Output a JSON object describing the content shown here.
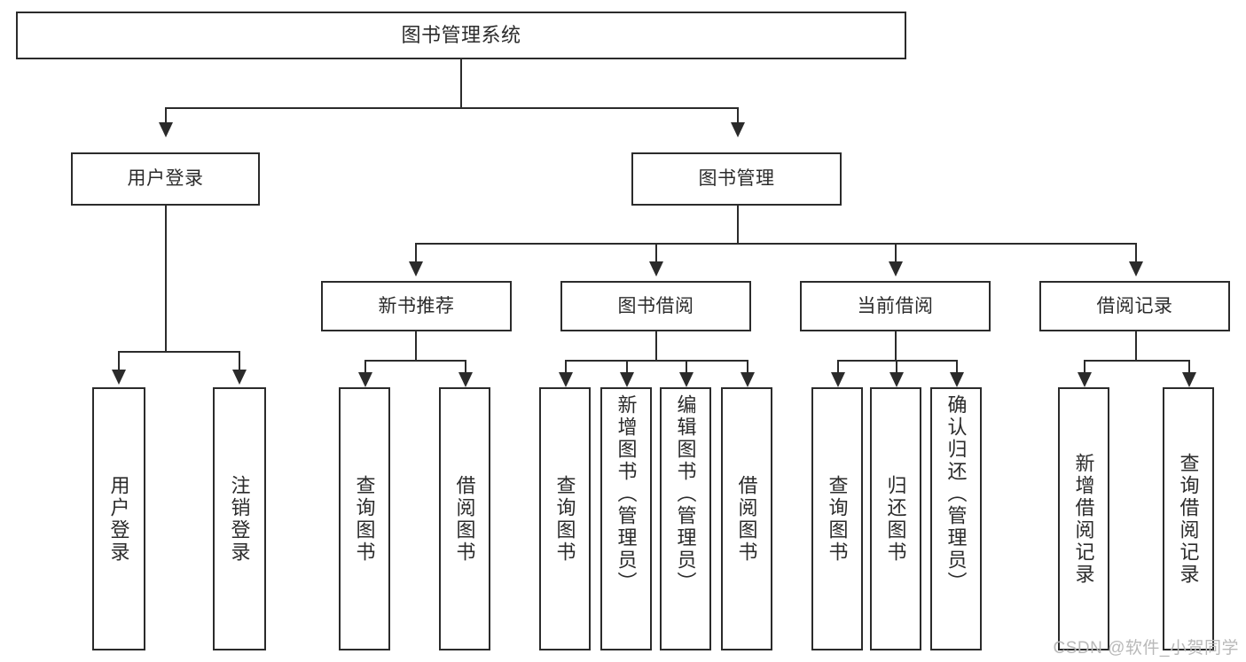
{
  "diagram": {
    "title": "图书管理系统",
    "type": "tree-hierarchy-chart",
    "watermark": "CSDN @软件_小贺同学",
    "root": {
      "id": "root",
      "label": "图书管理系统"
    },
    "level2": [
      {
        "id": "user-login",
        "label": "用户登录"
      },
      {
        "id": "book-manage",
        "label": "图书管理"
      }
    ],
    "level3": [
      {
        "id": "new-book-recommend",
        "label": "新书推荐"
      },
      {
        "id": "book-borrow",
        "label": "图书借阅"
      },
      {
        "id": "current-borrow",
        "label": "当前借阅"
      },
      {
        "id": "borrow-record",
        "label": "借阅记录"
      }
    ],
    "leaves": [
      {
        "id": "leaf-user-login",
        "label": "用户登录",
        "parent": "用户登录"
      },
      {
        "id": "leaf-logout-login",
        "label": "注销登录",
        "parent": "用户登录"
      },
      {
        "id": "leaf-query-book-1",
        "label": "查询图书",
        "parent": "新书推荐"
      },
      {
        "id": "leaf-borrow-book-1",
        "label": "借阅图书",
        "parent": "新书推荐"
      },
      {
        "id": "leaf-query-book-2",
        "label": "查询图书",
        "parent": "图书借阅"
      },
      {
        "id": "leaf-add-book",
        "label": "新增图书（管理员）",
        "parent": "图书借阅"
      },
      {
        "id": "leaf-edit-book",
        "label": "编辑图书（管理员）",
        "parent": "图书借阅"
      },
      {
        "id": "leaf-borrow-book-2",
        "label": "借阅图书",
        "parent": "图书借阅"
      },
      {
        "id": "leaf-query-book-3",
        "label": "查询图书",
        "parent": "当前借阅"
      },
      {
        "id": "leaf-return-book",
        "label": "归还图书",
        "parent": "当前借阅"
      },
      {
        "id": "leaf-confirm-return",
        "label": "确认归还（管理员）",
        "parent": "当前借阅"
      },
      {
        "id": "leaf-add-record",
        "label": "新增借阅记录",
        "parent": "借阅记录"
      },
      {
        "id": "leaf-query-record",
        "label": "查询借阅记录",
        "parent": "借阅记录"
      }
    ],
    "colors": {
      "stroke": "#2b2b2b",
      "fill": "#ffffff",
      "text": "#2b2b2b",
      "watermark": "#b9b9b9"
    }
  }
}
